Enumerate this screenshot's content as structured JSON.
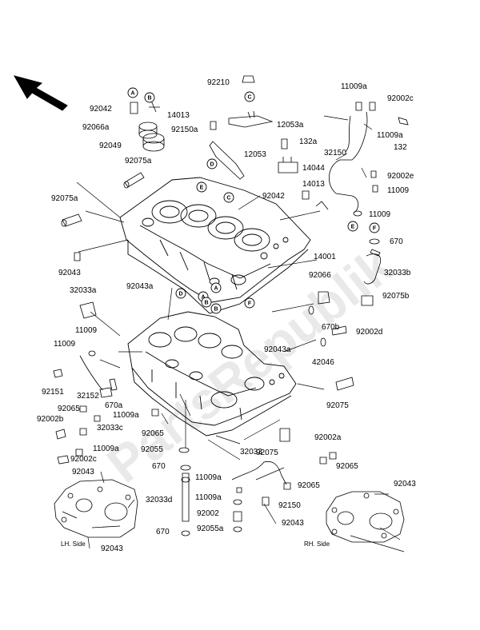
{
  "watermark": "PartsRepublik",
  "side_labels": {
    "lh": "LH. Side",
    "rh": "RH. Side"
  },
  "callouts": [
    "A",
    "B",
    "C",
    "D",
    "E",
    "F"
  ],
  "part_numbers": {
    "p92042_a": "92042",
    "p92066a": "92066a",
    "p92049": "92049",
    "p14013_a": "14013",
    "p92150a": "92150a",
    "p92210": "92210",
    "p12053a": "12053a",
    "p12053": "12053",
    "p132a": "132a",
    "p14044": "14044",
    "p11009a_top": "11009a",
    "p92002c_top": "92002c",
    "p11009a_mid": "11009a",
    "p132": "132",
    "p32150": "32150",
    "p92002e": "92002e",
    "p11009_r1": "11009",
    "p11009_r2": "11009",
    "p670_r": "670",
    "p92075a_1": "92075a",
    "p92075a_2": "92075a",
    "p92042_b": "92042",
    "p14013_b": "14013",
    "p14001": "14001",
    "p32033b": "32033b",
    "p92066": "92066",
    "p92075b": "92075b",
    "p92043_l": "92043",
    "p92043a_1": "92043a",
    "p32033a": "32033a",
    "p670b": "670b",
    "p92002d": "92002d",
    "p11009_l1": "11009",
    "p11009_l2": "11009",
    "p92043a_2": "92043a",
    "p42046": "42046",
    "p92151": "92151",
    "p32152": "32152",
    "p670a": "670a",
    "p92075": "92075",
    "p92065_l": "92065",
    "p11009a_l": "11009a",
    "p92002b": "92002b",
    "p32033c": "32033c",
    "p92065_c": "92065",
    "p92055": "92055",
    "p11009a_l2": "11009a",
    "p92002c_l": "92002c",
    "p670_c": "670",
    "p32033": "32033",
    "p92075_c": "92075",
    "p92002a": "92002a",
    "p92065_r1": "92065",
    "p92043_lh1": "92043",
    "p11009a_c": "11009a",
    "p92065_r2": "92065",
    "p32033d": "32033d",
    "p11009a_c2": "11009a",
    "p92150": "92150",
    "p92043_rh1": "92043",
    "p92002": "92002",
    "p92043_rh2": "92043",
    "p670_c2": "670",
    "p92055a": "92055a",
    "p92043_lh2": "92043"
  }
}
